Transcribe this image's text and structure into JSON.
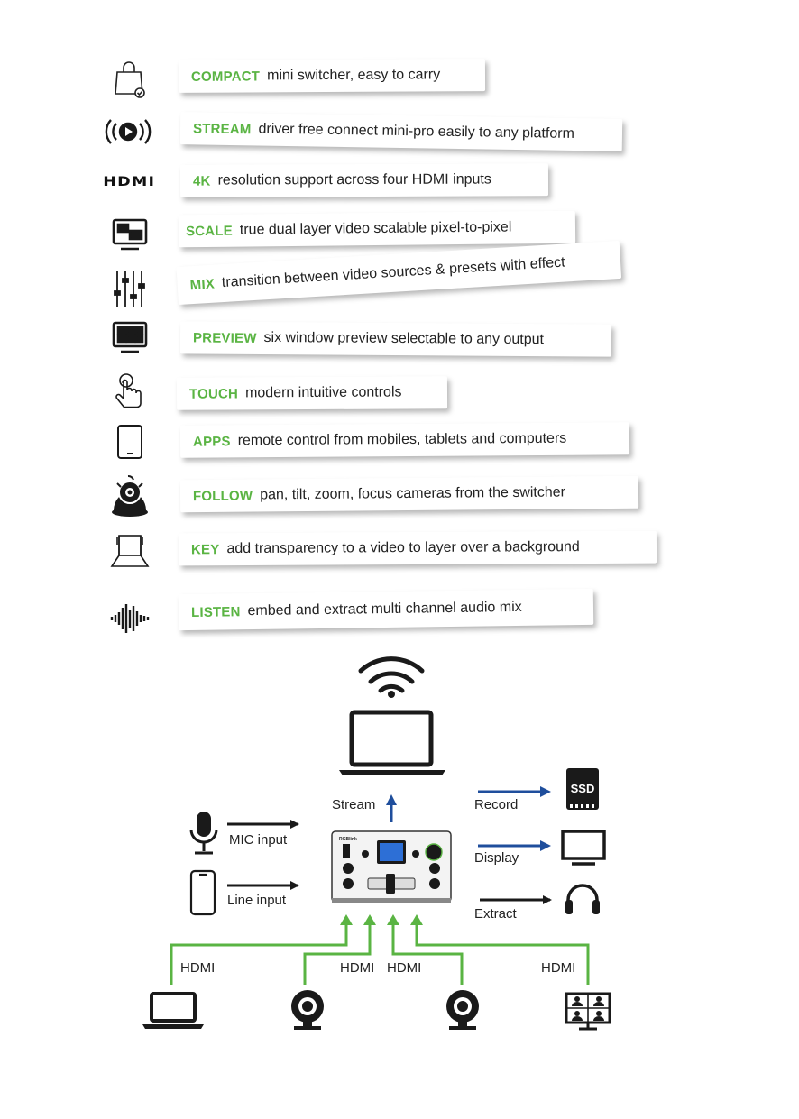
{
  "features": [
    {
      "icon": "shopping-bag-icon",
      "keyword": "COMPACT",
      "description": "mini switcher, easy to carry"
    },
    {
      "icon": "broadcast-play-icon",
      "keyword": "STREAM",
      "description": "driver free connect mini-pro easily to any platform"
    },
    {
      "icon": "hdmi-logo-icon",
      "keyword": "4K",
      "description": "resolution support across four HDMI inputs"
    },
    {
      "icon": "scale-monitor-icon",
      "keyword": "SCALE",
      "description": "true dual layer video scalable pixel-to-pixel"
    },
    {
      "icon": "mixer-faders-icon",
      "keyword": "MIX",
      "description": "transition between video sources & presets with effect"
    },
    {
      "icon": "multiview-monitor-icon",
      "keyword": "PREVIEW",
      "description": "six window preview selectable to any output"
    },
    {
      "icon": "touch-hand-icon",
      "keyword": "TOUCH",
      "description": "modern intuitive controls"
    },
    {
      "icon": "tablet-icon",
      "keyword": "APPS",
      "description": "remote control from mobiles, tablets and computers"
    },
    {
      "icon": "ptz-camera-icon",
      "keyword": "FOLLOW",
      "description": "pan, tilt, zoom, focus cameras from the switcher"
    },
    {
      "icon": "green-screen-icon",
      "keyword": "KEY",
      "description": "add transparency to a video to layer over a background"
    },
    {
      "icon": "audio-waveform-icon",
      "keyword": "LISTEN",
      "description": "embed and extract multi channel audio mix"
    }
  ],
  "hdmi_logo_text": "HDMI",
  "diagram": {
    "stream_label": "Stream",
    "record_label": "Record",
    "display_label": "Display",
    "extract_label": "Extract",
    "mic_label": "MIC input",
    "line_label": "Line input",
    "ssd_text": "SSD",
    "brand_text": "RGBlink",
    "hdmi_labels": [
      "HDMI",
      "HDMI",
      "HDMI",
      "HDMI"
    ],
    "colors": {
      "accent_green": "#5ab443",
      "arrow_blue": "#1f4e9c",
      "ink": "#1a1a1a"
    }
  }
}
